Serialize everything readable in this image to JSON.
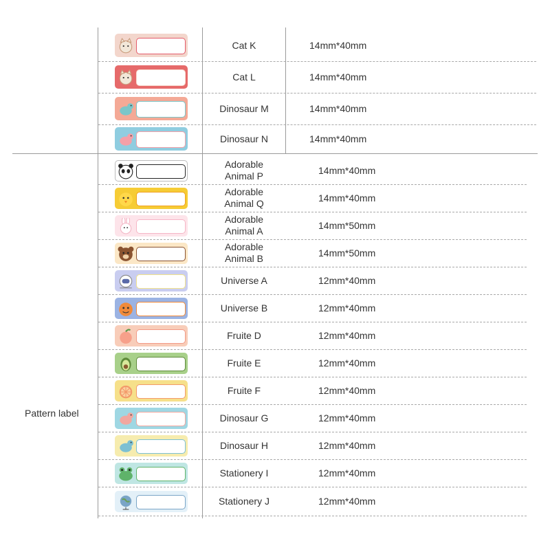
{
  "group_label": "Pattern label",
  "rows": [
    {
      "name_lines": [
        "Cat  K"
      ],
      "size": "14mm*40mm",
      "icon": "cat-icon",
      "bg": "#f3d6cc",
      "accent": "#e45b6a"
    },
    {
      "name_lines": [
        "Cat  L"
      ],
      "size": "14mm*40mm",
      "icon": "cat-icon",
      "bg": "#e66a6a",
      "accent": "#f7dcd0"
    },
    {
      "name_lines": [
        "Dinosaur M"
      ],
      "size": "14mm*40mm",
      "icon": "dinosaur-icon",
      "bg": "#f4a996",
      "accent": "#7bc6c9"
    },
    {
      "name_lines": [
        "Dinosaur N"
      ],
      "size": "14mm*40mm",
      "icon": "dinosaur-icon",
      "bg": "#8fcde0",
      "accent": "#f4a0a8"
    },
    {
      "name_lines": [
        "Adorable",
        "Animal P"
      ],
      "size": "14mm*40mm",
      "icon": "panda-icon",
      "bg": "#ffffff",
      "accent": "#222222"
    },
    {
      "name_lines": [
        "Adorable",
        "Animal Q"
      ],
      "size": "14mm*40mm",
      "icon": "chick-icon",
      "bg": "#f6cc35",
      "accent": "#f0a020"
    },
    {
      "name_lines": [
        "Adorable",
        "Animal A"
      ],
      "size": "14mm*50mm",
      "icon": "rabbit-icon",
      "bg": "#fde4ea",
      "accent": "#f6b6c6"
    },
    {
      "name_lines": [
        "Adorable",
        "Animal B"
      ],
      "size": "14mm*50mm",
      "icon": "bear-icon",
      "bg": "#fbe7c6",
      "accent": "#8a5330"
    },
    {
      "name_lines": [
        "Universe A"
      ],
      "size": "12mm*40mm",
      "icon": "astronaut-icon",
      "bg": "#c9cdf0",
      "accent": "#f2e28a"
    },
    {
      "name_lines": [
        "Universe B"
      ],
      "size": "12mm*40mm",
      "icon": "planet-icon",
      "bg": "#9bb3e3",
      "accent": "#f08a3a"
    },
    {
      "name_lines": [
        "Fruite D"
      ],
      "size": "12mm*40mm",
      "icon": "peach-icon",
      "bg": "#f8cdb9",
      "accent": "#f29a86"
    },
    {
      "name_lines": [
        "Fruite E"
      ],
      "size": "12mm*40mm",
      "icon": "avocado-icon",
      "bg": "#a8d08a",
      "accent": "#5e8a3a"
    },
    {
      "name_lines": [
        "Fruite F"
      ],
      "size": "12mm*40mm",
      "icon": "citrus-icon",
      "bg": "#f6e08a",
      "accent": "#f39a6a"
    },
    {
      "name_lines": [
        "Dinosaur G"
      ],
      "size": "12mm*40mm",
      "icon": "dinosaur-icon",
      "bg": "#9fd7e3",
      "accent": "#f2a7a0"
    },
    {
      "name_lines": [
        "Dinosaur H"
      ],
      "size": "12mm*40mm",
      "icon": "dinosaur-icon",
      "bg": "#f6ecae",
      "accent": "#7cc0d3"
    },
    {
      "name_lines": [
        "Stationery I"
      ],
      "size": "12mm*40mm",
      "icon": "frog-icon",
      "bg": "#bfe6e3",
      "accent": "#5fb36a"
    },
    {
      "name_lines": [
        "Stationery J"
      ],
      "size": "12mm*40mm",
      "icon": "globe-icon",
      "bg": "#e3f0f8",
      "accent": "#7aa5c7"
    }
  ]
}
